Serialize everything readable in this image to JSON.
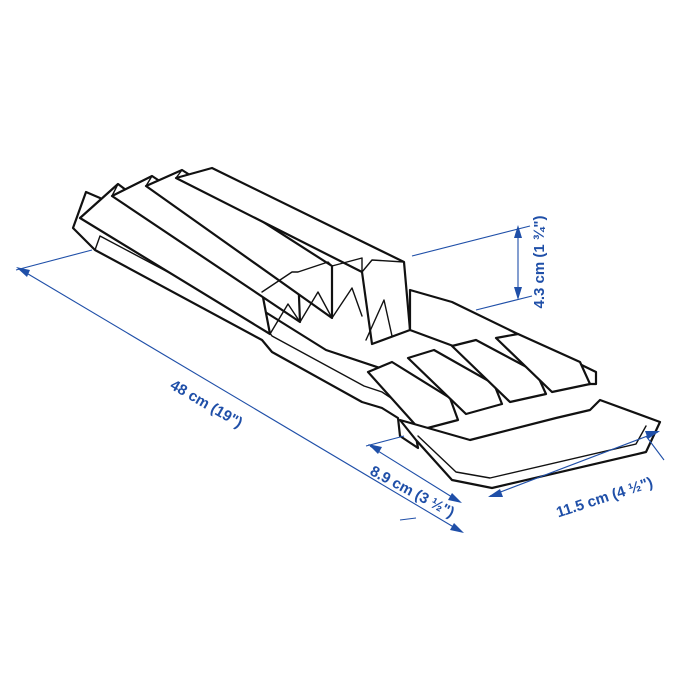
{
  "colors": {
    "dimension": "#1f4fa8",
    "outline": "#111111"
  },
  "dimensions": {
    "length": "48 cm (19\")",
    "height": "4.3 cm (1 ¾\")",
    "narrow_width": "8.9 cm (3 ½\")",
    "wide_width": "11.5 cm (4 ½\")"
  }
}
